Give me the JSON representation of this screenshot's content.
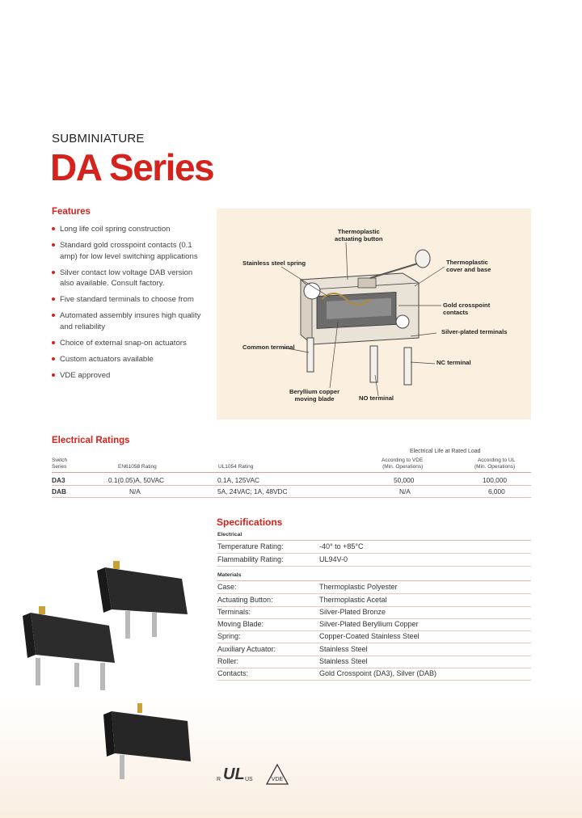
{
  "header": {
    "kicker": "SUBMINIATURE",
    "title": "DA Series"
  },
  "features": {
    "heading": "Features",
    "items": [
      "Long life coil spring construction",
      "Standard gold crosspoint contacts (0.1 amp) for low level switching applications",
      "Silver contact low voltage DAB version also available. Consult factory.",
      "Five standard terminals to choose from",
      "Automated assembly insures high quality and reliability",
      "Choice of external snap-on actuators",
      "Custom actuators available",
      "VDE approved"
    ]
  },
  "diagram": {
    "callouts": {
      "thermo_button": "Thermoplastic\nactuating button",
      "spring": "Stainless steel spring",
      "cover": "Thermoplastic\ncover and base",
      "gold": "Gold crosspoint\ncontacts",
      "silver_terminals": "Silver-plated terminals",
      "common": "Common terminal",
      "nc": "NC terminal",
      "blade": "Beryllium copper\nmoving blade",
      "no": "NO terminal"
    }
  },
  "electrical": {
    "heading": "Electrical Ratings",
    "life_header": "Electrical Life at Rated Load",
    "col_switch": "Switch\nSeries",
    "col_en": "EN61058 Rating",
    "col_ul": "UL1054 Rating",
    "col_vde": "According to VDE\n(Min. Operations)",
    "col_ul_life": "According to UL\n(Min. Operations)",
    "rows": [
      {
        "series": "DA3",
        "en": "0.1(0.05)A, 50VAC",
        "ul": "0.1A, 125VAC",
        "vde": "50,000",
        "ul_life": "100,000"
      },
      {
        "series": "DAB",
        "en": "N/A",
        "ul": "5A, 24VAC; 1A, 48VDC",
        "vde": "N/A",
        "ul_life": "6,000"
      }
    ]
  },
  "specifications": {
    "heading": "Specifications",
    "electrical_label": "Electrical",
    "electrical": [
      {
        "k": "Temperature Rating:",
        "v": "-40° to +85°C"
      },
      {
        "k": "Flammability Rating:",
        "v": "UL94V-0"
      }
    ],
    "materials_label": "Materials",
    "materials": [
      {
        "k": "Case:",
        "v": "Thermoplastic Polyester"
      },
      {
        "k": "Actuating Button:",
        "v": "Thermoplastic Acetal"
      },
      {
        "k": "Terminals:",
        "v": "Silver-Plated Bronze"
      },
      {
        "k": "Moving Blade:",
        "v": "Silver-Plated Beryllium Copper"
      },
      {
        "k": "Spring:",
        "v": "Copper-Coated Stainless Steel"
      },
      {
        "k": "Auxiliary Actuator:",
        "v": "Stainless Steel"
      },
      {
        "k": "Roller:",
        "v": "Stainless Steel"
      },
      {
        "k": "Contacts:",
        "v": "Gold Crosspoint (DA3), Silver (DAB)"
      }
    ]
  },
  "certifications": {
    "ul_mark": "UL",
    "ul_sub_r": "R",
    "ul_sub_us": "US",
    "vde_mark": "VDE"
  },
  "colors": {
    "accent": "#d4231c",
    "panel": "#fbf0df"
  }
}
